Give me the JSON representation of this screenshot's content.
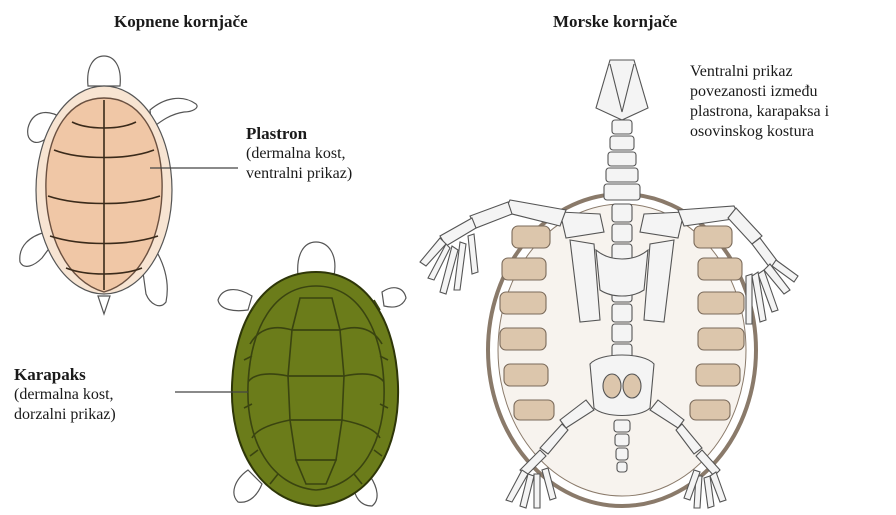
{
  "titles": {
    "land": "Kopnene kornjače",
    "sea": "Morske kornjače"
  },
  "plastron": {
    "name": "Plastron",
    "desc_line1": "(dermalna kost,",
    "desc_line2": "ventralni prikaz)"
  },
  "carapace": {
    "name": "Karapaks",
    "desc_line1": "(dermalna kost,",
    "desc_line2": "dorzalni prikaz)"
  },
  "skeleton_note": {
    "line1": "Ventralni prikaz",
    "line2": "povezanosti između",
    "line3": "plastrona, karapaksa i",
    "line4": "osovinskog kostura"
  },
  "colors": {
    "plastron_fill": "#f0c7a6",
    "carapace_fill": "#6b7c1a",
    "carapace_seams": "#3a4410",
    "bone_fill": "#f4f4f4",
    "bone_inner": "#dcc6ac",
    "shell_rim": "#8a7a6a"
  }
}
